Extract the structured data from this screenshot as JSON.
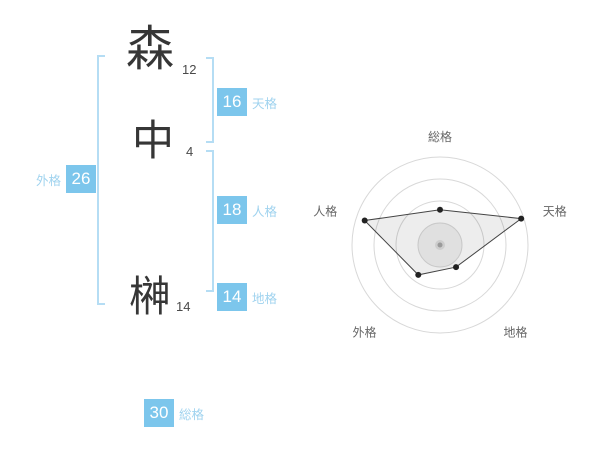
{
  "name": {
    "characters": [
      {
        "char": "森",
        "strokes": "12"
      },
      {
        "char": "中",
        "strokes": "4"
      },
      {
        "char": "榊",
        "strokes": "14"
      }
    ]
  },
  "scores": {
    "tenkaku": {
      "value": "16",
      "label": "天格"
    },
    "jinkaku": {
      "value": "18",
      "label": "人格"
    },
    "chikaku": {
      "value": "14",
      "label": "地格"
    },
    "gaikaku": {
      "value": "26",
      "label": "外格"
    },
    "soukaku": {
      "value": "30",
      "label": "総格"
    }
  },
  "colors": {
    "accent": "#7cc6ec",
    "accent_light": "#b5ddf4",
    "accent_label": "#a0d3ef",
    "text_dark": "#363636",
    "chart_grid": "#d8d8d8",
    "chart_line": "#444444"
  },
  "chart_data": {
    "type": "radar",
    "axes": [
      "総格",
      "天格",
      "地格",
      "外格",
      "人格"
    ],
    "values": [
      40,
      97,
      31,
      42,
      90
    ],
    "max": 100,
    "rings": 4,
    "start_angle_deg": -90,
    "direction": "clockwise",
    "legend": "none",
    "grid": "circular"
  }
}
